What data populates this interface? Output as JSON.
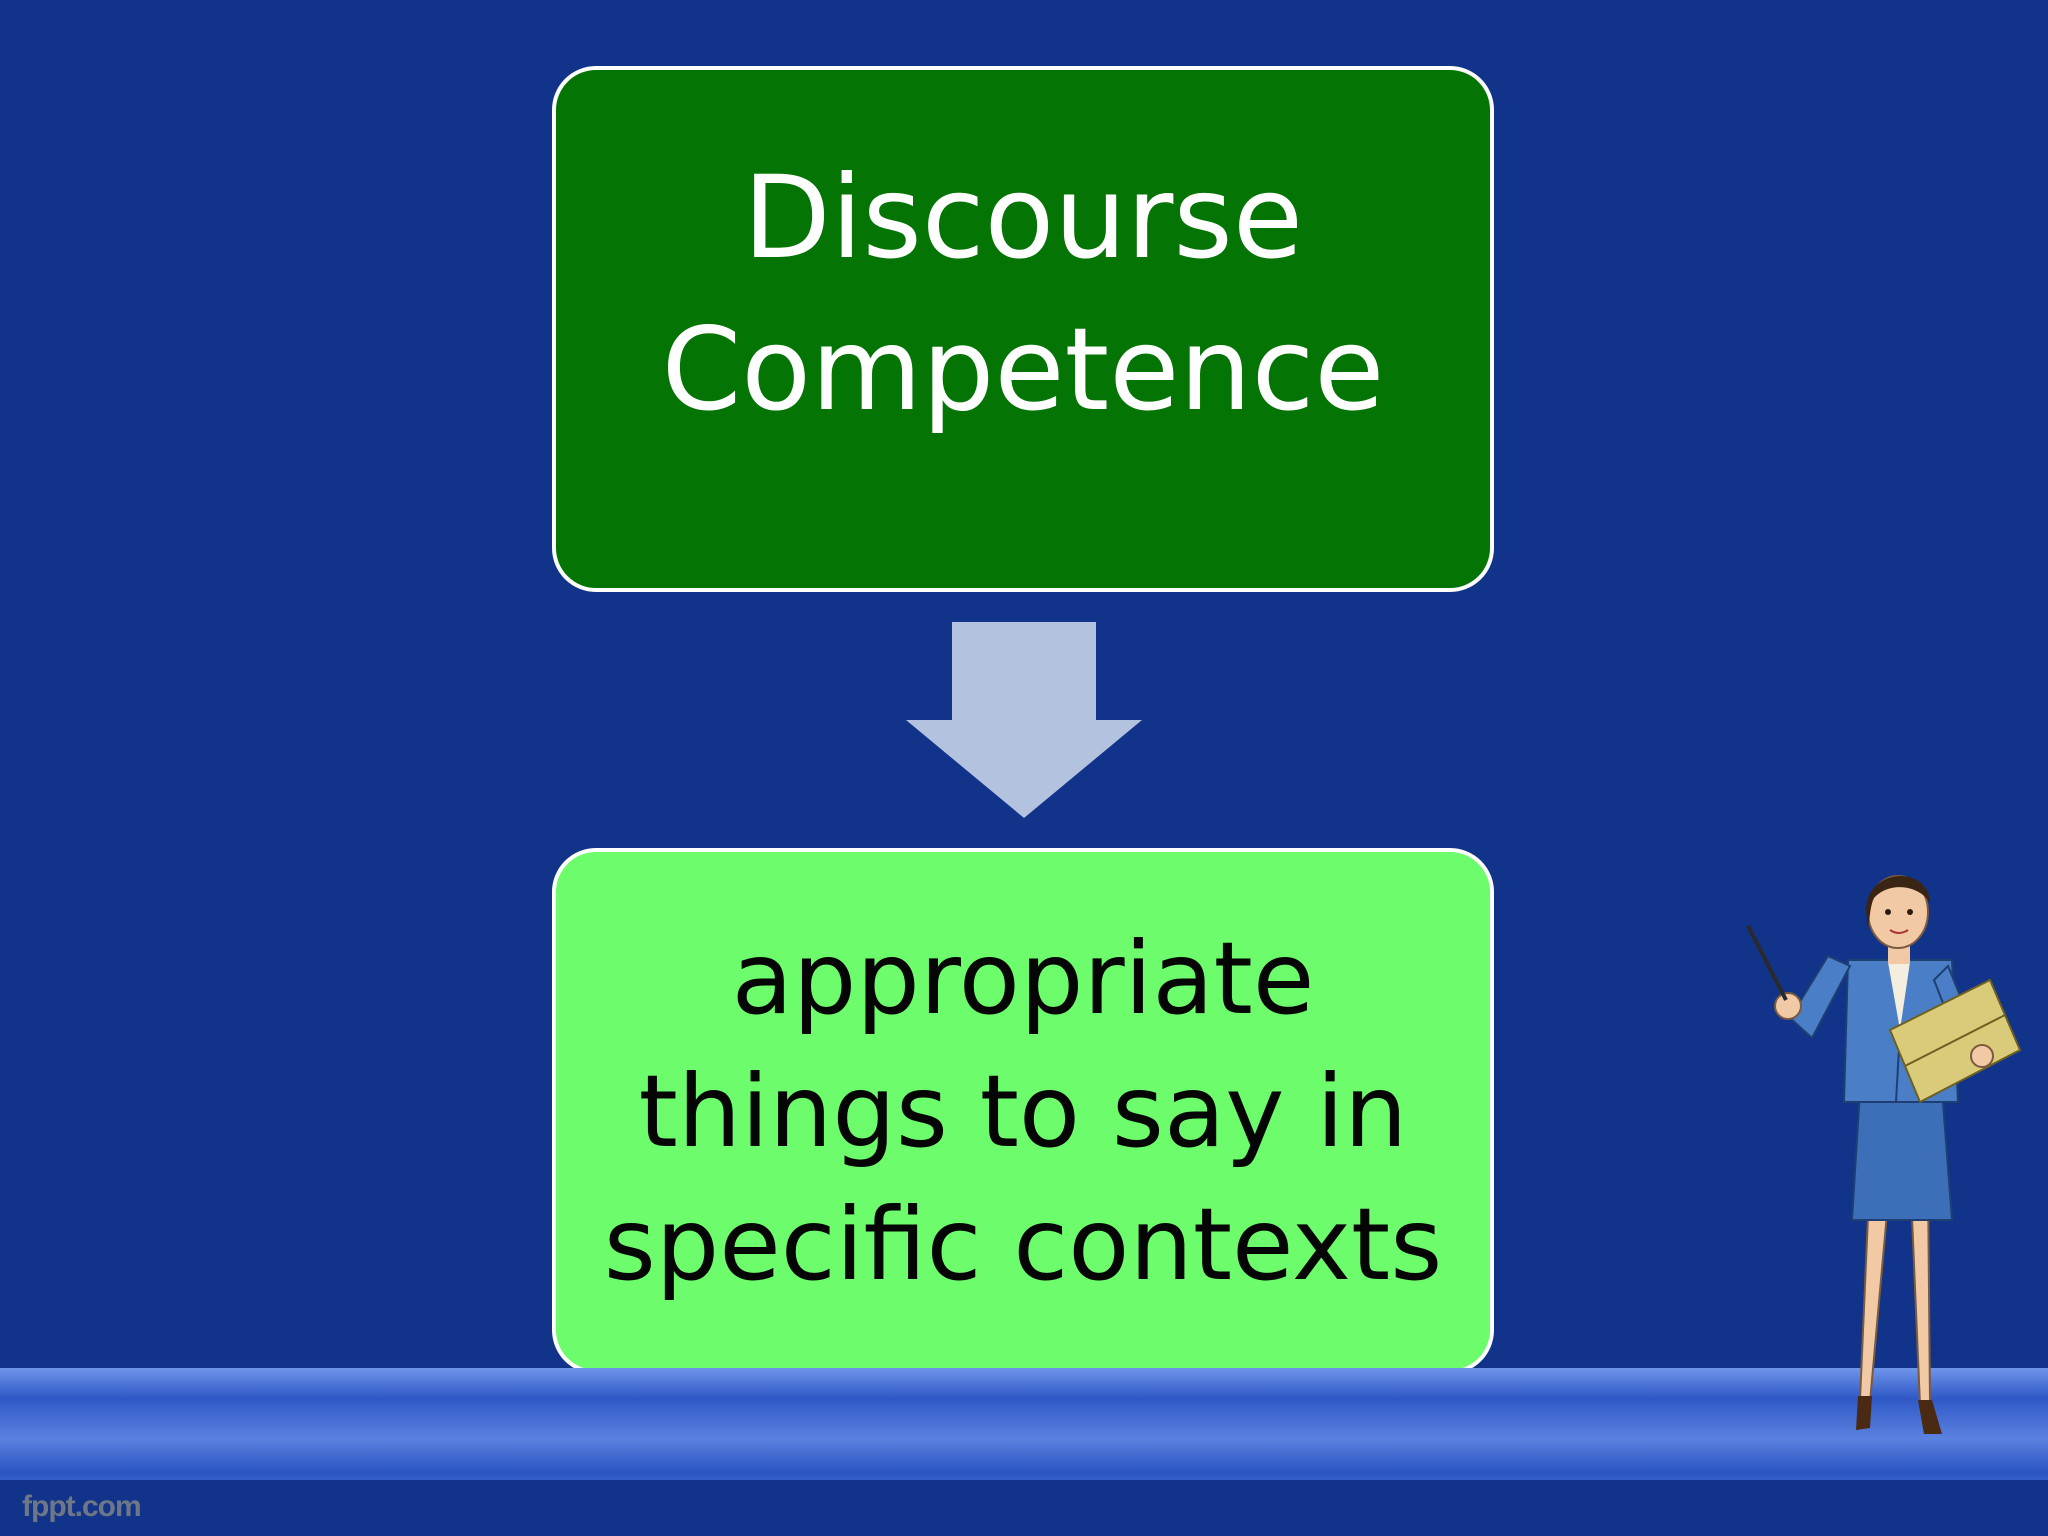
{
  "diagram": {
    "top_box": {
      "lines": [
        "Discourse",
        "Competence"
      ],
      "fill": "#047505",
      "text_color": "#ffffff"
    },
    "bottom_box": {
      "lines": [
        "appropriate",
        "things to say in",
        "specific contexts"
      ],
      "fill": "#6dfc6b",
      "text_color": "#050505"
    },
    "arrow": {
      "color": "#b3c2df",
      "direction": "down"
    }
  },
  "background": {
    "color": "#12338a",
    "floor_color": "#4d78da"
  },
  "decoration": {
    "figure": "teacher-holding-book-and-pointer"
  },
  "footer": {
    "logo_text": "fppt.com"
  }
}
